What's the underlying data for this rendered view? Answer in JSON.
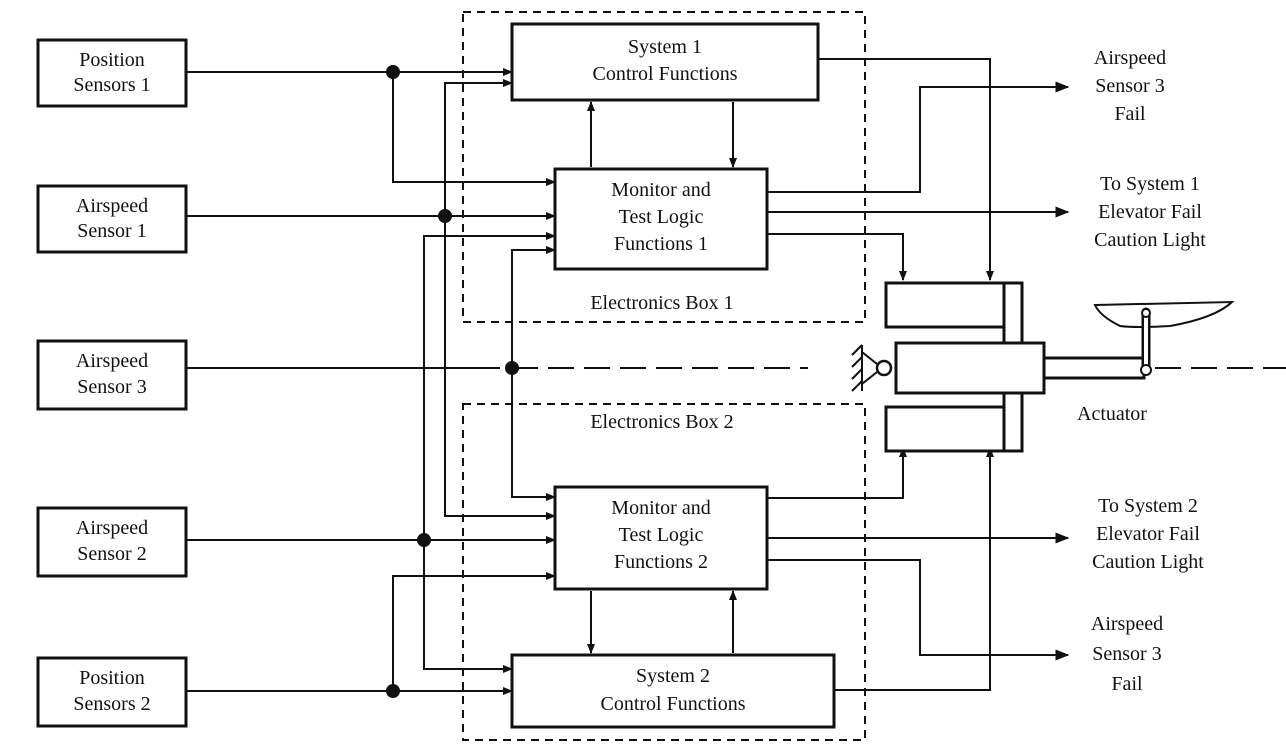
{
  "inputs": {
    "position_sensors_1": [
      "Position",
      "Sensors 1"
    ],
    "airspeed_sensor_1": [
      "Airspeed",
      "Sensor 1"
    ],
    "airspeed_sensor_3": [
      "Airspeed",
      "Sensor 3"
    ],
    "airspeed_sensor_2": [
      "Airspeed",
      "Sensor 2"
    ],
    "position_sensors_2": [
      "Position",
      "Sensors 2"
    ]
  },
  "blocks": {
    "system1_control": [
      "System 1",
      "Control Functions"
    ],
    "monitor1": [
      "Monitor and",
      "Test Logic",
      "Functions 1"
    ],
    "monitor2": [
      "Monitor and",
      "Test Logic",
      "Functions 2"
    ],
    "system2_control": [
      "System 2",
      "Control Functions"
    ]
  },
  "enclosures": {
    "box1": "Electronics Box 1",
    "box2": "Electronics Box 2"
  },
  "outputs": {
    "airspeed_fail_top": [
      "Airspeed",
      "Sensor 3",
      "Fail"
    ],
    "caution1": [
      "To System 1",
      "Elevator Fail",
      "Caution Light"
    ],
    "caution2": [
      "To System 2",
      "Elevator Fail",
      "Caution Light"
    ],
    "airspeed_fail_bottom": [
      "Airspeed",
      "Sensor 3",
      "Fail"
    ]
  },
  "actuator_label": "Actuator"
}
